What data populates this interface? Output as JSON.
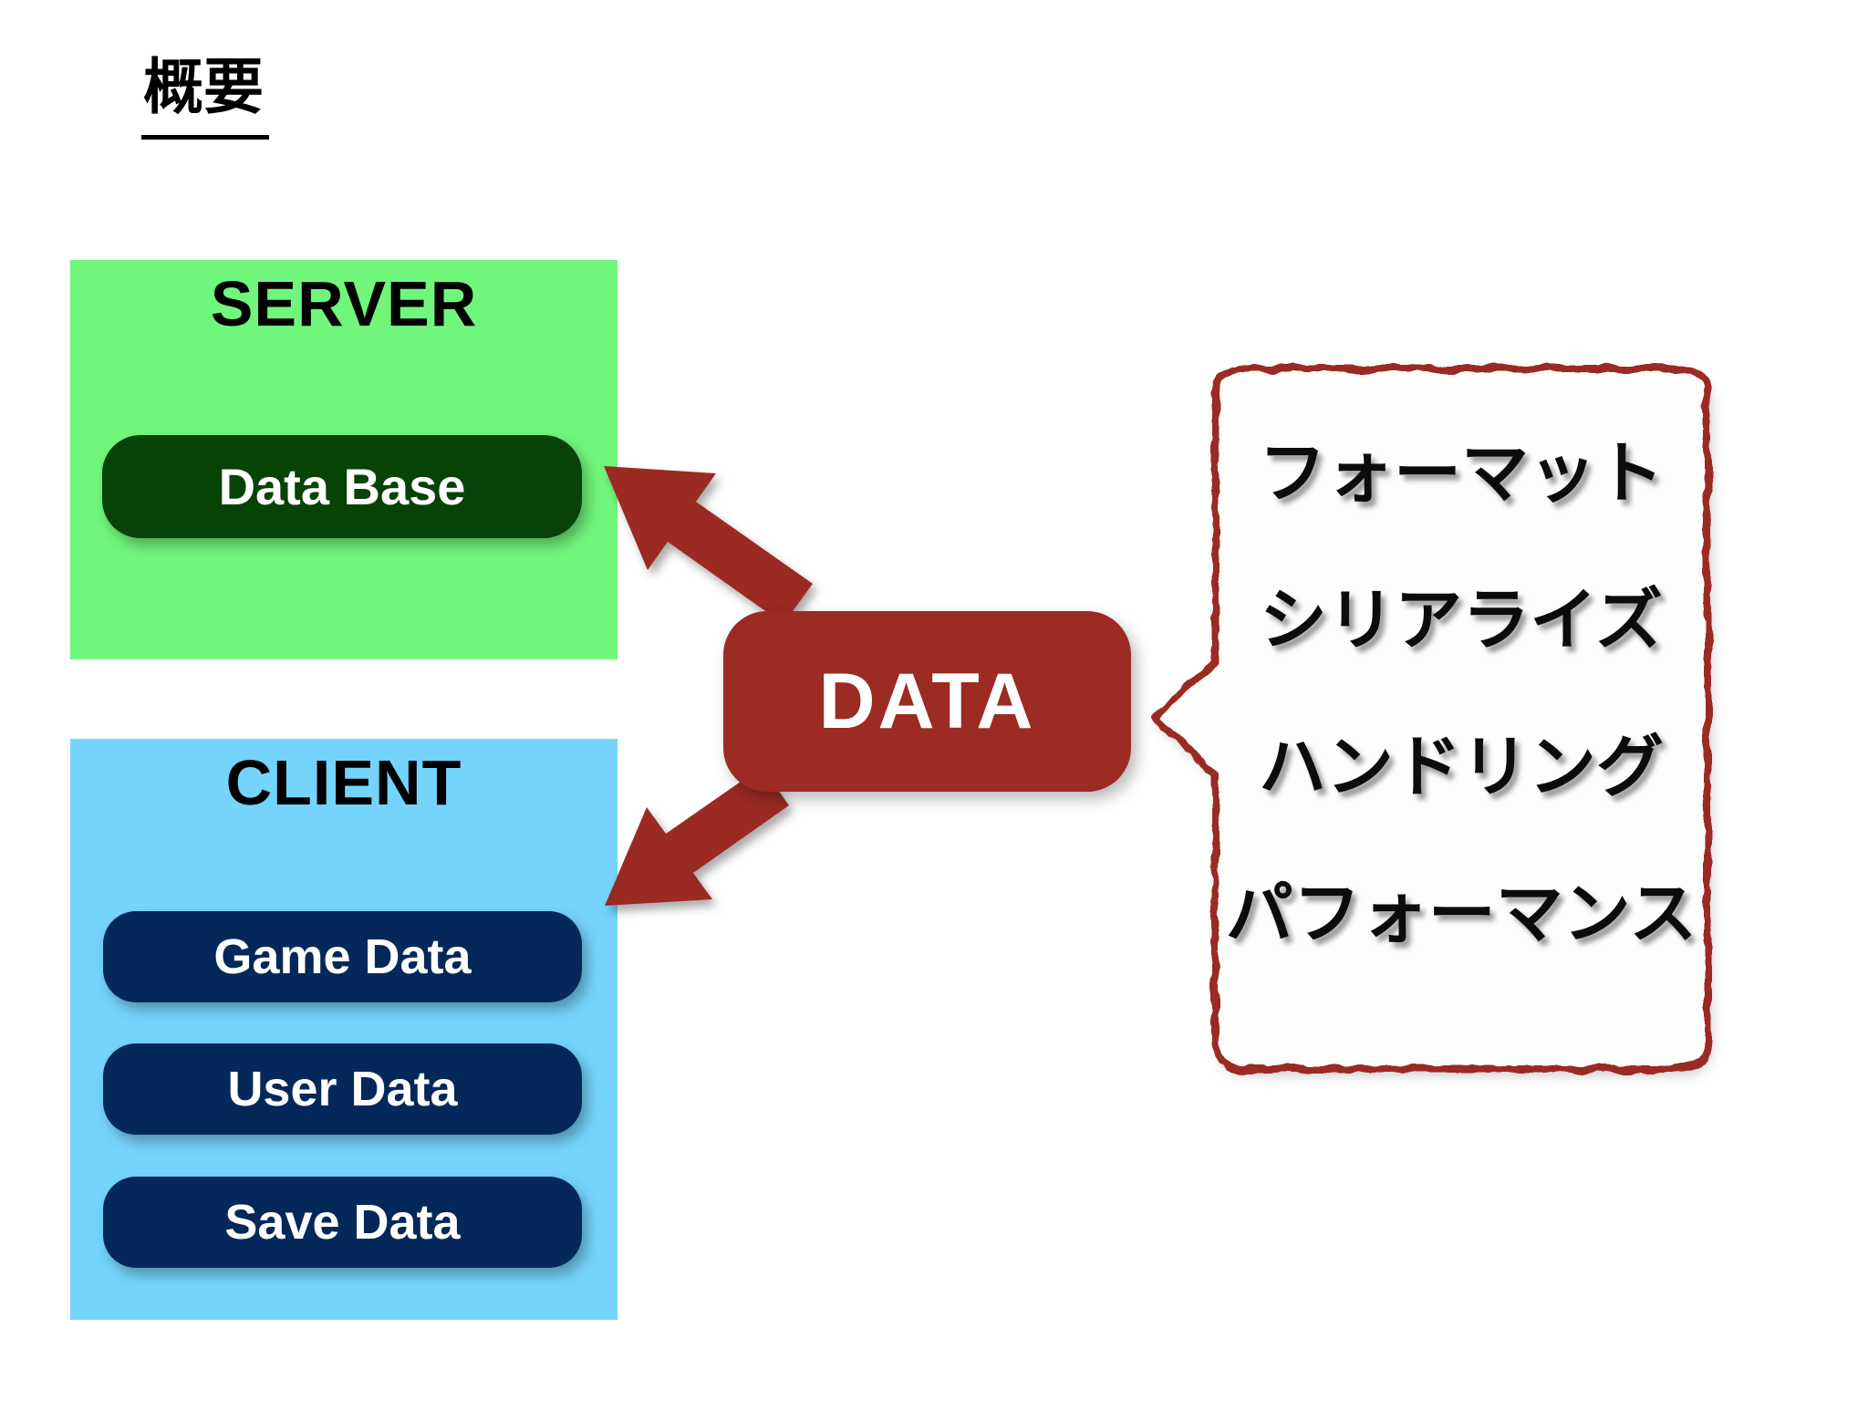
{
  "slide": {
    "title": "概要"
  },
  "server_panel": {
    "label": "SERVER",
    "items": [
      {
        "label": "Data Base"
      }
    ]
  },
  "client_panel": {
    "label": "CLIENT",
    "items": [
      {
        "label": "Game Data"
      },
      {
        "label": "User Data"
      },
      {
        "label": "Save Data"
      }
    ]
  },
  "data_node": {
    "label": "DATA"
  },
  "callout": {
    "lines": [
      "フォーマット",
      "シリアライズ",
      "ハンドリング",
      "パフォーマンス"
    ]
  },
  "colors": {
    "background": "#FFFFFF",
    "server_bg": "#71F67C",
    "client_bg": "#75D4FB",
    "database_pill_bg": "#074207",
    "client_pill_bg": "#05285A",
    "data_node_bg": "#9B2B23",
    "arrow": "#9B2B23",
    "callout_border": "#9B2B23",
    "text_dark": "#000000",
    "text_light": "#FFFFFF"
  }
}
